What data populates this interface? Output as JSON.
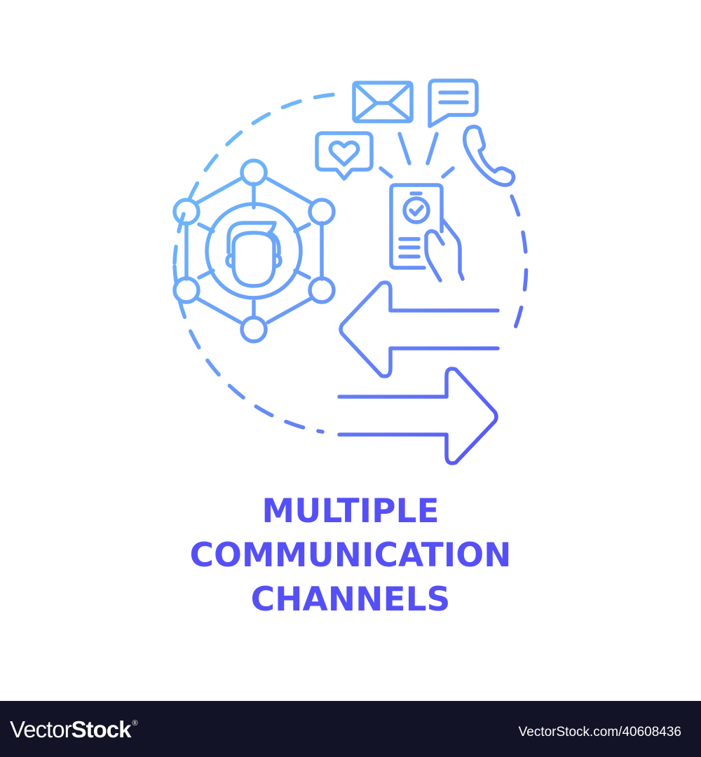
{
  "illustration": {
    "concept": "multiple communication channels",
    "icons": [
      "network-user-icon",
      "envelope-icon",
      "chat-bubble-icon",
      "heart-message-icon",
      "phone-handset-icon",
      "smartphone-check-icon",
      "arrow-left-icon",
      "arrow-right-icon",
      "dashed-circle"
    ],
    "colors": {
      "gradient_start": "#6ec6fb",
      "gradient_mid": "#6b9af7",
      "gradient_end": "#5550f5"
    }
  },
  "title": {
    "lines": [
      "MULTIPLE",
      "COMMUNICATION",
      "CHANNELS"
    ],
    "color": "#5550f5"
  },
  "footer": {
    "brand_light": "Vector",
    "brand_bold": "Stock",
    "brand_mark": "®",
    "reference": "VectorStock.com/40608436",
    "background": "#121326"
  }
}
